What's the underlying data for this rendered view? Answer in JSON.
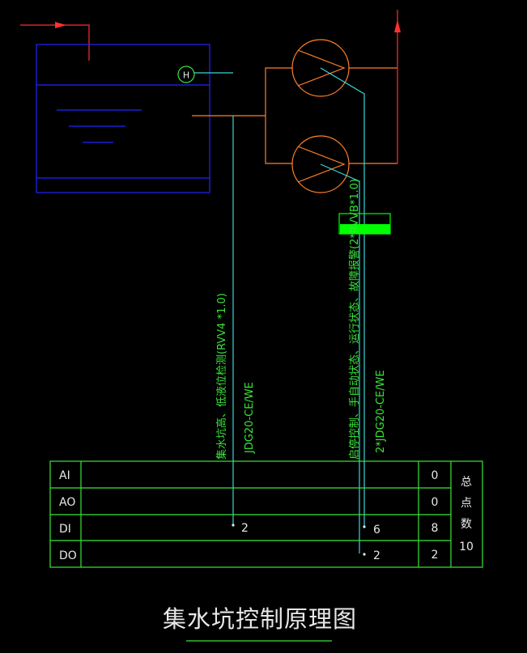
{
  "diagram": {
    "sensor_tag": "H",
    "cable_left": "集水坑高、低液位检测(RVV4 *1.0)",
    "conduit_left": "JDG20-CE/WE",
    "cable_right": "启停控制、手自动状态、运行状态、故障报警(2*RVVB*1.0)",
    "conduit_right": "2*JDG20-CE/WE",
    "colors": {
      "background": "#000000",
      "tank": "#2323ff",
      "pump": "#ff7f2a",
      "pipe_outlet": "#ff3030",
      "signal_line": "#3ad6d6",
      "table_grid": "#39e639",
      "text_green": "#39e639",
      "controller_box": "#00ff00"
    }
  },
  "table": {
    "rows": [
      {
        "label": "AI",
        "mid_left": "",
        "mid_right": "",
        "count": "0"
      },
      {
        "label": "AO",
        "mid_left": "",
        "mid_right": "",
        "count": "0"
      },
      {
        "label": "DI",
        "mid_left": "2",
        "mid_right": "6",
        "count": "8"
      },
      {
        "label": "DO",
        "mid_left": "",
        "mid_right": "2",
        "count": "2"
      }
    ],
    "total_chars": [
      "总",
      "点",
      "数"
    ],
    "total_value": "10"
  },
  "title": "集水坑控制原理图"
}
